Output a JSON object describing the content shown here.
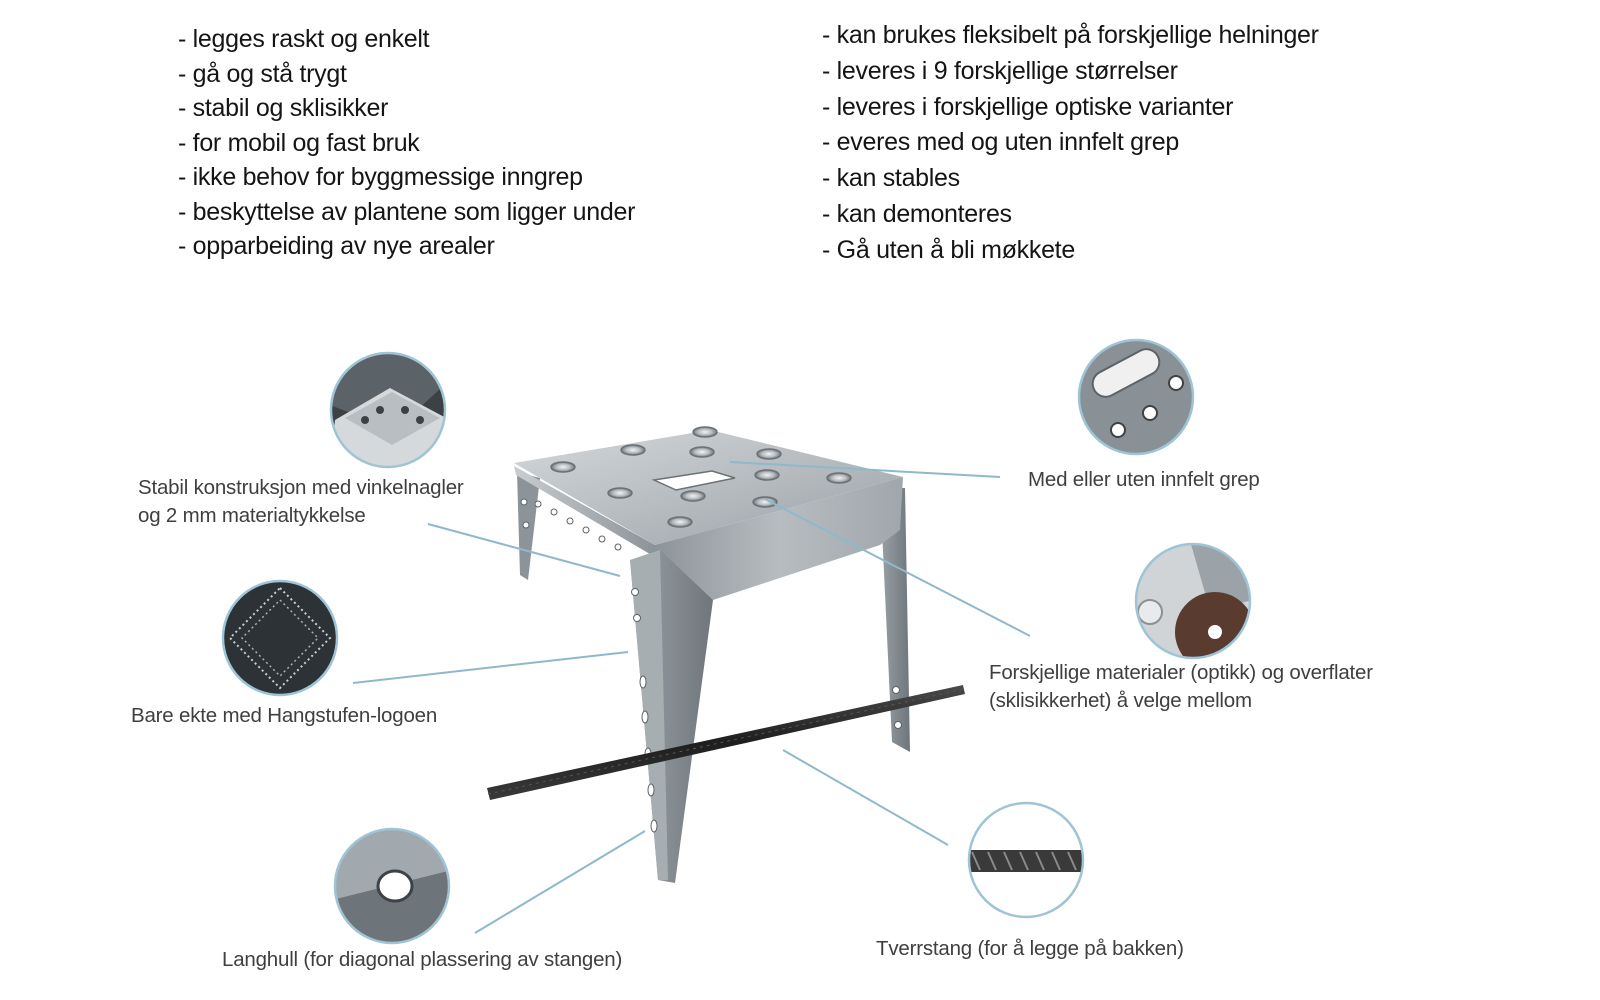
{
  "features_left": [
    "- legges raskt og enkelt",
    "- gå og stå trygt",
    "- stabil og sklisikker",
    "- for mobil og fast bruk",
    "- ikke behov for byggmessige inngrep",
    "- beskyttelse av plantene som ligger under",
    "- opparbeiding av nye arealer"
  ],
  "features_right": [
    "- kan brukes fleksibelt på forskjellige helninger",
    "- leveres i 9 forskjellige størrelser",
    "- leveres i forskjellige optiske varianter",
    "- everes med og uten innfelt grep",
    "- kan stables",
    "- kan demonteres",
    "- Gå uten å bli møkkete"
  ],
  "callouts": {
    "stabil": {
      "line1": "Stabil konstruksjon med vinkelnagler",
      "line2": "og 2 mm materialtykkelse",
      "detail_icon": "corner-bracket-detail"
    },
    "logo": {
      "line1": "Bare ekte med Hangstufen-logoen",
      "detail_icon": "embossed-logo-detail"
    },
    "langhull": {
      "line1": "Langhull (for diagonal plassering av stangen)",
      "detail_icon": "slotted-hole-detail"
    },
    "grep": {
      "line1": "Med eller uten innfelt grep",
      "detail_icon": "recessed-grip-detail"
    },
    "materialer": {
      "line1": "Forskjellige materialer (optikk) og overflater",
      "line2": "(sklisikkerhet) å velge mellom",
      "detail_icon": "surface-materials-detail"
    },
    "tverrstang": {
      "line1": "Tverrstang (for å legge på bakken)",
      "detail_icon": "rebar-rod-detail"
    }
  },
  "colors": {
    "leader_line": "#8fb8cc",
    "circle_border": "#9ec4d6",
    "steel_light": "#c7cbcf",
    "steel_dark": "#7c8388",
    "rod": "#2a2a2a"
  }
}
